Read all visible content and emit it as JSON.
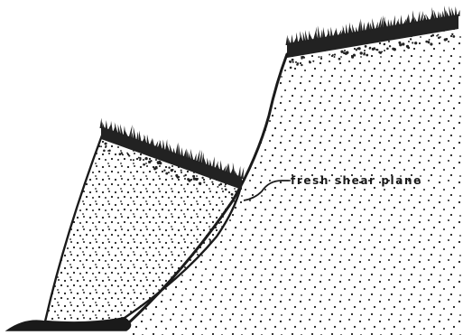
{
  "diagram": {
    "callout_label": "fresh shear plane",
    "colors": {
      "ink": "#1a1a1a",
      "paper": "#ffffff",
      "vegetation": "#222222"
    },
    "icons": [
      "soil-stipple",
      "grass-tuft"
    ]
  }
}
